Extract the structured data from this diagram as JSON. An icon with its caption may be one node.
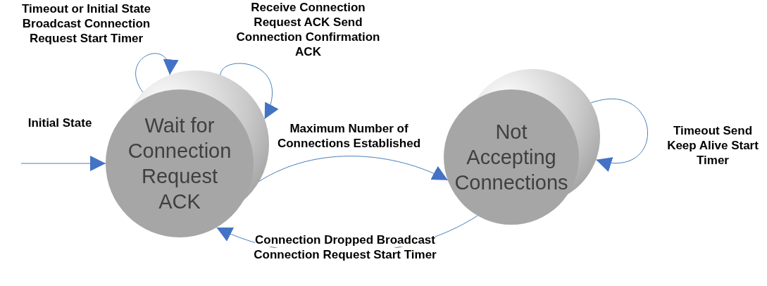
{
  "diagram": {
    "nodes": [
      {
        "text": [
          "Wait for Connection Request ACK"
        ]
      },
      {
        "text": [
          "Not Accepting Connections"
        ]
      }
    ],
    "edges": [
      {
        "from": null,
        "to": 0,
        "arrow": "to",
        "label": "Initial State"
      },
      {
        "from": 0,
        "to": 0,
        "arrow": "to",
        "label": "Timeout or Initial State Broadcast Connection Request Start Timer"
      },
      {
        "from": 0,
        "to": 0,
        "arrow": "to",
        "label": "Receive Connection Request ACK Send Connection Confirmation ACK"
      },
      {
        "from": 0,
        "to": 1,
        "arrow": "to",
        "label": "Maximum Number of Connections Established"
      },
      {
        "from": 1,
        "to": 1,
        "arrow": "to",
        "label": "Timeout Send Keep Alive Start Timer"
      },
      {
        "from": 1,
        "to": 0,
        "arrow": "to",
        "label": "Connection Dropped Broadcast Connection Request Start Timer"
      }
    ]
  }
}
